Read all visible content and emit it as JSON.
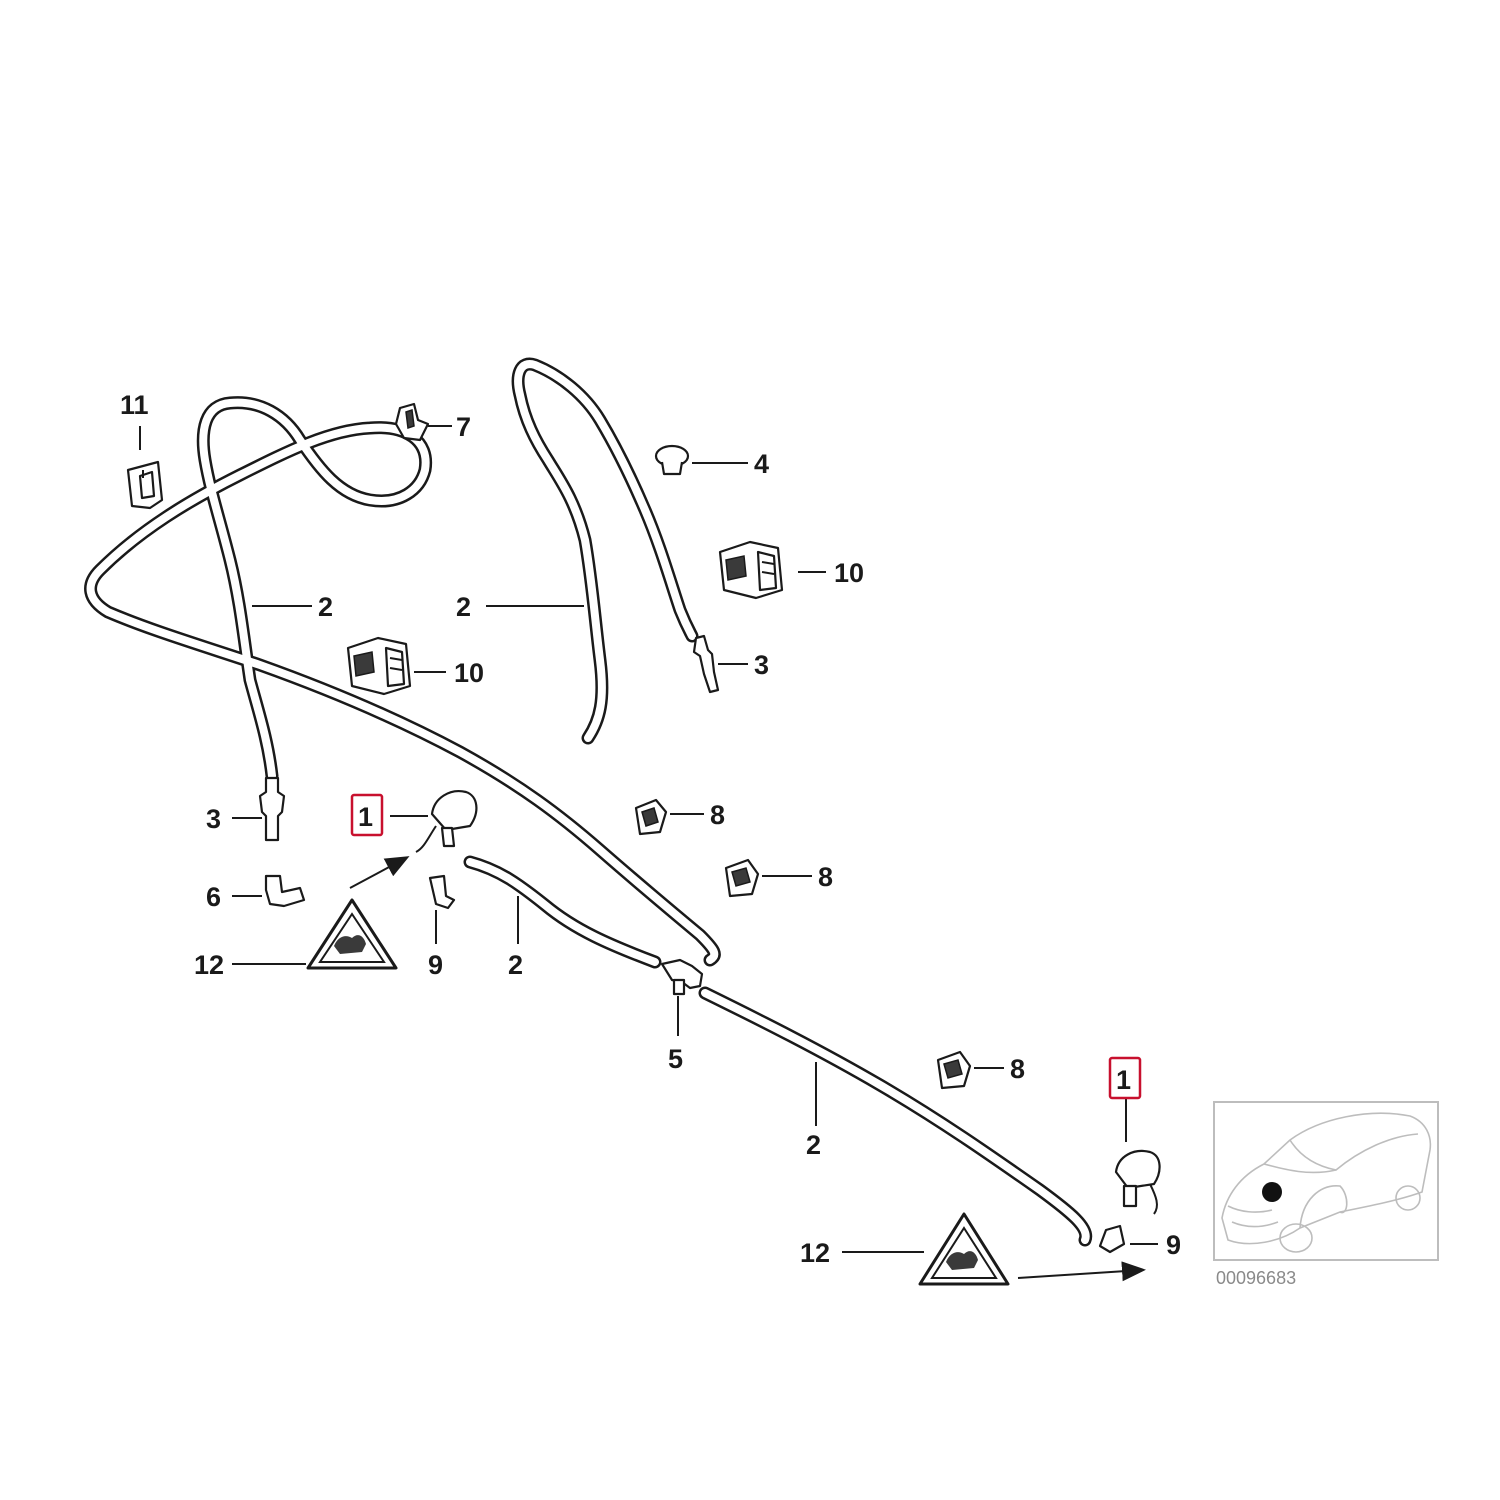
{
  "diagram": {
    "image_number": "00096683",
    "highlight_color": "#c8102e",
    "callouts": {
      "c11": "11",
      "c7": "7",
      "c4": "4",
      "c10a": "10",
      "c10b": "10",
      "c2a": "2",
      "c2b": "2",
      "c3a": "3",
      "c3b": "3",
      "c1a": "1",
      "c1b": "1",
      "c8a": "8",
      "c8b": "8",
      "c8c": "8",
      "c6": "6",
      "c9a": "9",
      "c9b": "9",
      "c2c": "2",
      "c2d": "2",
      "c12a": "12",
      "c12b": "12",
      "c5": "5"
    }
  }
}
